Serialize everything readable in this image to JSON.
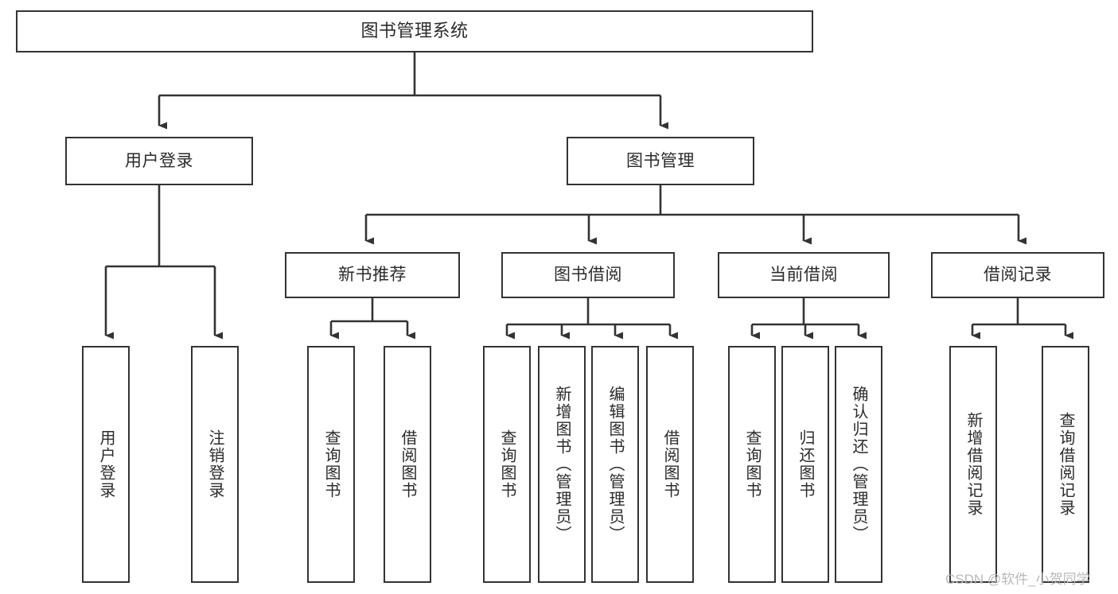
{
  "diagram": {
    "title": "图书管理系统",
    "type": "tree-hierarchy-diagram",
    "colors": {
      "stroke": "#333333",
      "text": "#2b2b2b",
      "background": "#ffffff",
      "watermark": "#b9b9b9"
    },
    "nodes": {
      "root": {
        "label": "图书管理系统"
      },
      "level2": [
        {
          "label": "用户登录"
        },
        {
          "label": "图书管理"
        }
      ],
      "level3": [
        {
          "label": "新书推荐"
        },
        {
          "label": "图书借阅"
        },
        {
          "label": "当前借阅"
        },
        {
          "label": "借阅记录"
        }
      ],
      "leaves": {
        "user_login": [
          {
            "label": "用户登录"
          },
          {
            "label": "注销登录"
          }
        ],
        "new_book_recommend": [
          {
            "label": "查询图书"
          },
          {
            "label": "借阅图书"
          }
        ],
        "book_borrow": [
          {
            "label": "查询图书"
          },
          {
            "label": "新增图书（管理员）"
          },
          {
            "label": "编辑图书（管理员）"
          },
          {
            "label": "借阅图书"
          }
        ],
        "current_borrow": [
          {
            "label": "查询图书"
          },
          {
            "label": "归还图书"
          },
          {
            "label": "确认归还（管理员）"
          }
        ],
        "borrow_record": [
          {
            "label": "新增借阅记录"
          },
          {
            "label": "查询借阅记录"
          }
        ]
      }
    },
    "watermark": "CSDN @软件_小贺同学"
  }
}
